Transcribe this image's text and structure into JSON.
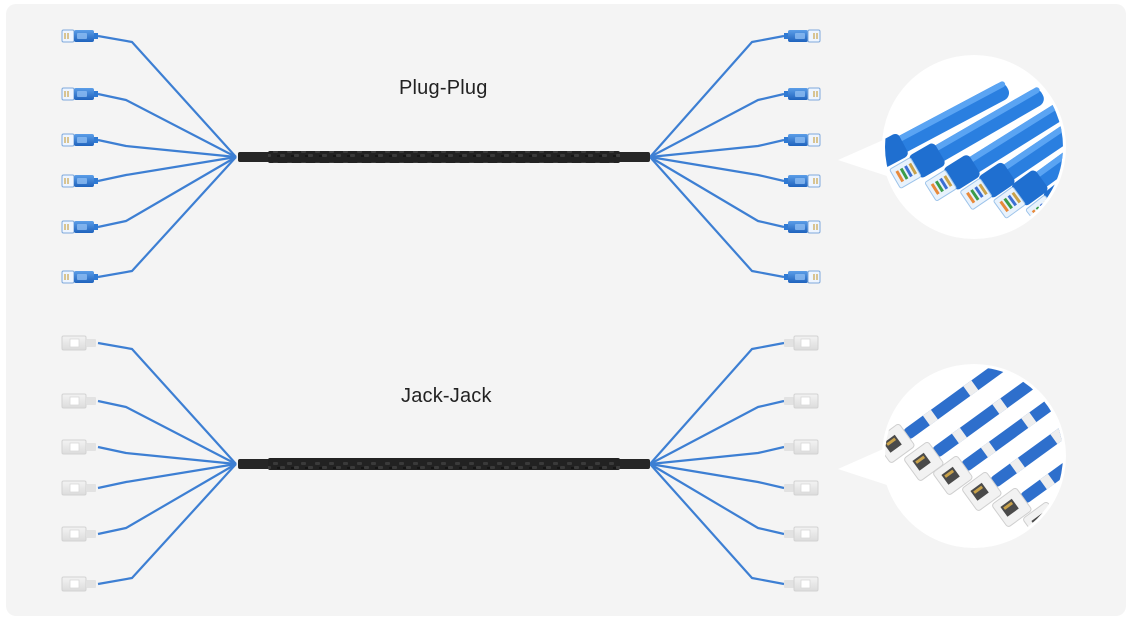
{
  "panels": [
    {
      "title": "Plug-Plug",
      "connector_type": "plug",
      "connector_count_per_side": 6
    },
    {
      "title": "Jack-Jack",
      "connector_type": "jack",
      "connector_count_per_side": 6
    }
  ],
  "colors": {
    "background": "#f4f4f4",
    "cable_blue": "#3d7fd3",
    "trunk_black": "#262626",
    "plug_blue": "#2f7ad4",
    "jack_white": "#eaeaea"
  }
}
